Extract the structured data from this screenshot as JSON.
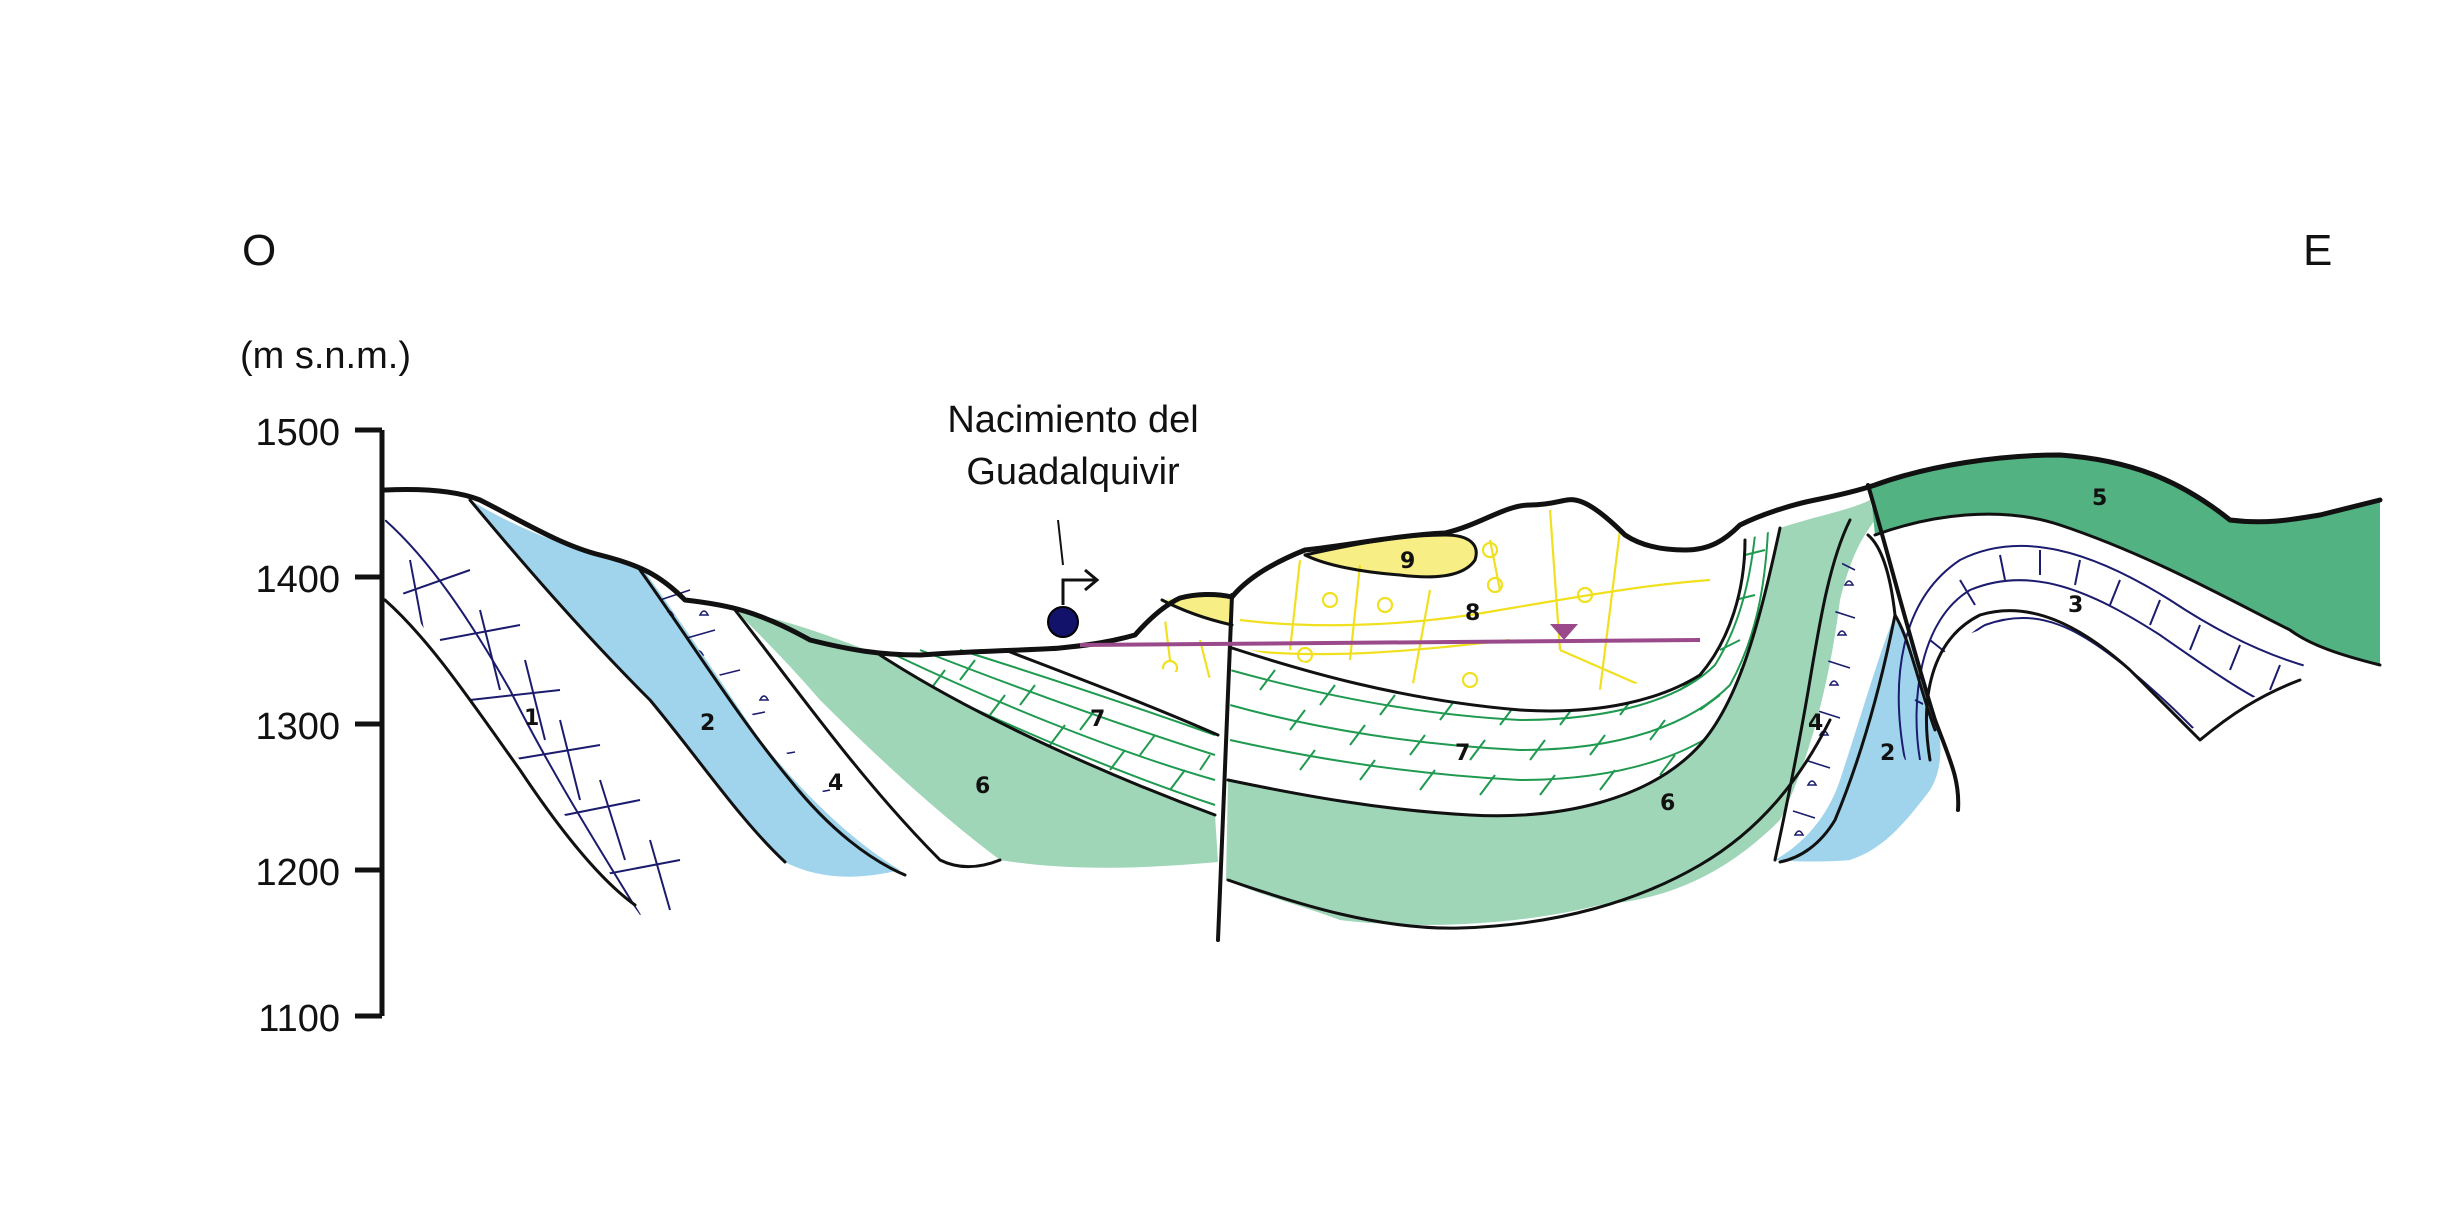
{
  "orientation": {
    "west": "O",
    "east": "E"
  },
  "axis": {
    "unit": "(m s.n.m.)",
    "ticks": [
      "1500",
      "1400",
      "1300",
      "1200",
      "1100"
    ]
  },
  "annotation": {
    "line1": "Nacimiento del",
    "line2": "Guadalquivir"
  },
  "units": {
    "u1": "1",
    "u2_west": "2",
    "u2_east": "2",
    "u3": "3",
    "u4_west": "4",
    "u4_east": "4",
    "u5": "5",
    "u6_west": "6",
    "u6_east": "6",
    "u7_west": "7",
    "u7_center": "7",
    "u8": "8",
    "u9": "9"
  },
  "colors": {
    "unit2": "#9fd4ec",
    "unit5": "#52b282",
    "unit6": "#9fd6b8",
    "unit8_pattern": "#f0e020",
    "unit9": "#f7ee86",
    "unit7_pattern": "#1f9a50",
    "limestone_pattern": "#1c1c6e",
    "water_table": "#9a4a8a",
    "outline": "#111111",
    "spring_marker": "#12126a"
  }
}
